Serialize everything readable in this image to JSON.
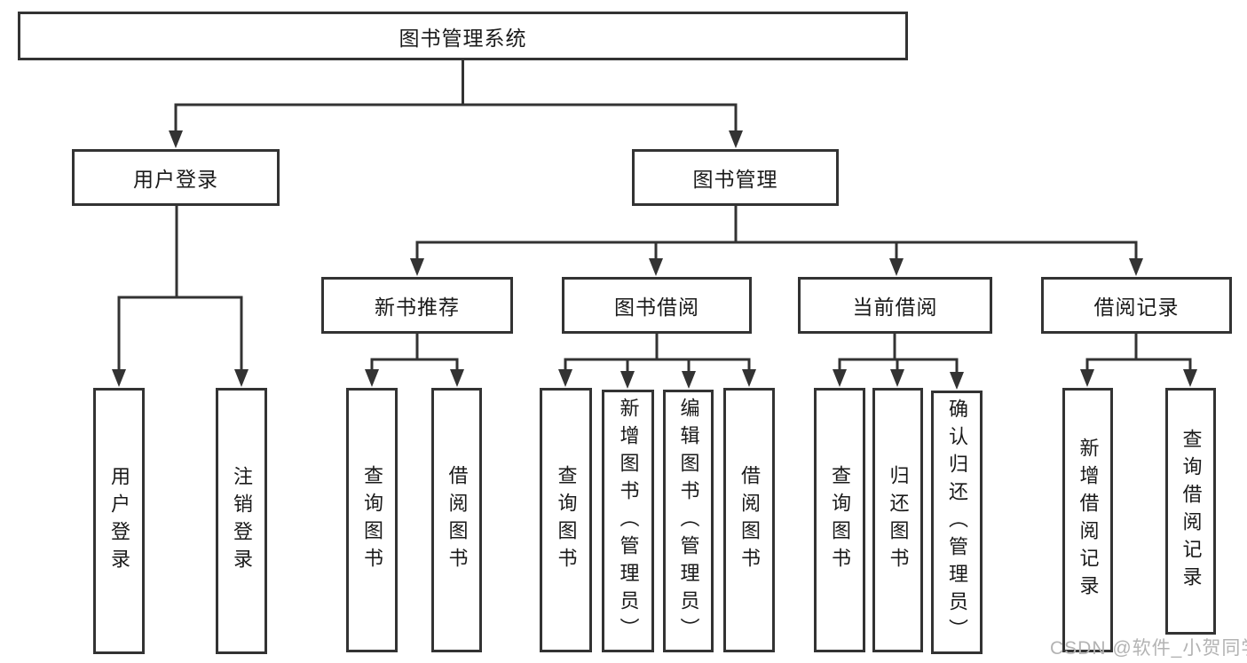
{
  "tree": {
    "root": {
      "label": "图书管理系统"
    },
    "branches": [
      {
        "label": "用户登录",
        "children": [
          {
            "label": "用户登录"
          },
          {
            "label": "注销登录"
          }
        ]
      },
      {
        "label": "图书管理",
        "children": [
          {
            "label": "新书推荐",
            "children": [
              {
                "label": "查询图书"
              },
              {
                "label": "借阅图书"
              }
            ]
          },
          {
            "label": "图书借阅",
            "children": [
              {
                "label": "查询图书"
              },
              {
                "label": "新增图书（管理员）"
              },
              {
                "label": "编辑图书（管理员）"
              },
              {
                "label": "借阅图书"
              }
            ]
          },
          {
            "label": "当前借阅",
            "children": [
              {
                "label": "查询图书"
              },
              {
                "label": "归还图书"
              },
              {
                "label": "确认归还（管理员）"
              }
            ]
          },
          {
            "label": "借阅记录",
            "children": [
              {
                "label": "新增借阅记录"
              },
              {
                "label": "查询借阅记录"
              }
            ]
          }
        ]
      }
    ]
  },
  "watermark": {
    "text": "CSDN @软件_小贺同学"
  },
  "colors": {
    "line": "#333333",
    "text": "#1a1a1a",
    "background": "#ffffff",
    "watermark": "#b3b3b3"
  }
}
